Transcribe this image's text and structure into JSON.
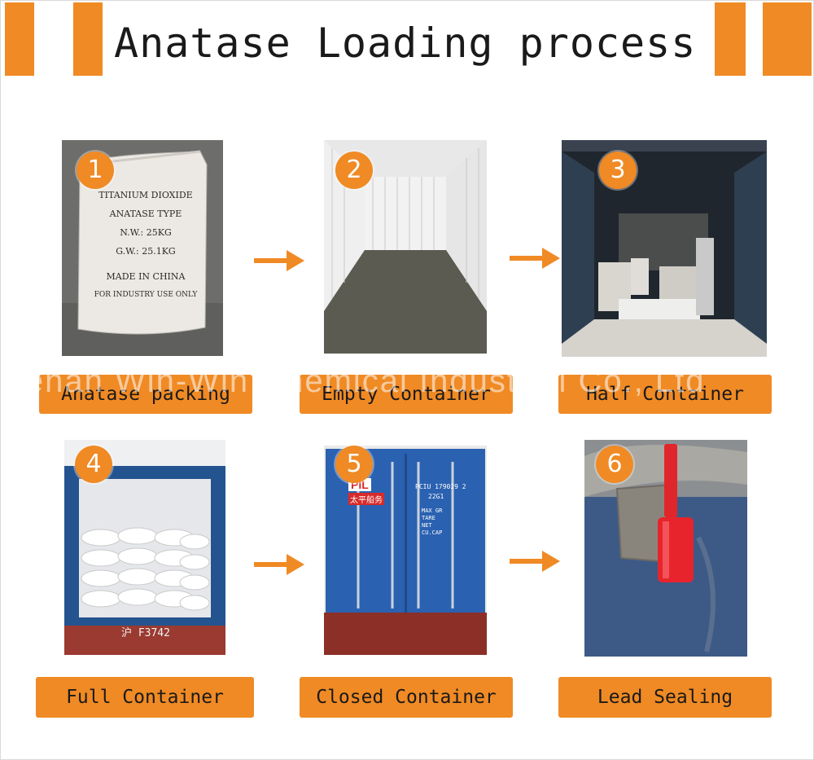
{
  "title": "Anatase Loading process",
  "watermark": "Henan Win-Win Chemical Industrial Co., Ltd",
  "accent_color": "#f08a24",
  "steps": [
    {
      "number": "1",
      "caption": "Anatase packing",
      "bag_lines": [
        "TITANIUM DIOXIDE",
        "ANATASE TYPE",
        "N.W.: 25KG",
        "G.W.: 25.1KG",
        "MADE IN CHINA",
        "FOR INDUSTRY USE ONLY"
      ]
    },
    {
      "number": "2",
      "caption": "Empty Container"
    },
    {
      "number": "3",
      "caption": "Half Container"
    },
    {
      "number": "4",
      "caption": "Full Container",
      "plate": "沪 F3742"
    },
    {
      "number": "5",
      "caption": "Closed Container",
      "brand": "PIL",
      "brand_cn": "太平船务",
      "container_code": "PCIU 179029 2",
      "container_type": "22G1",
      "panel_lines": [
        "MAX GR",
        "TARE",
        "NET",
        "CU.CAP"
      ]
    },
    {
      "number": "6",
      "caption": "Lead Sealing"
    }
  ]
}
